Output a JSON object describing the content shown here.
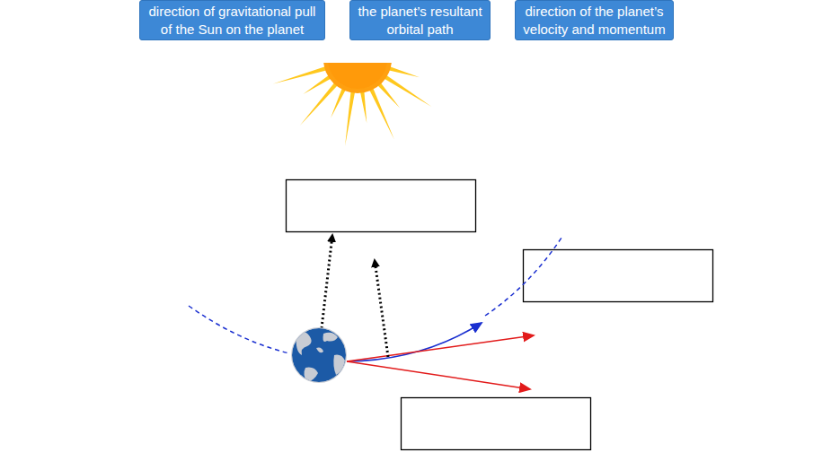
{
  "diagram": {
    "nodes": [
      {
        "text": [
          "direction of gravitational pull of the Sun on the planet"
        ]
      },
      {
        "text": [
          "the planet’s resultant orbital path"
        ]
      },
      {
        "text": [
          "direction of the planet’s velocity and momentum"
        ]
      }
    ]
  }
}
